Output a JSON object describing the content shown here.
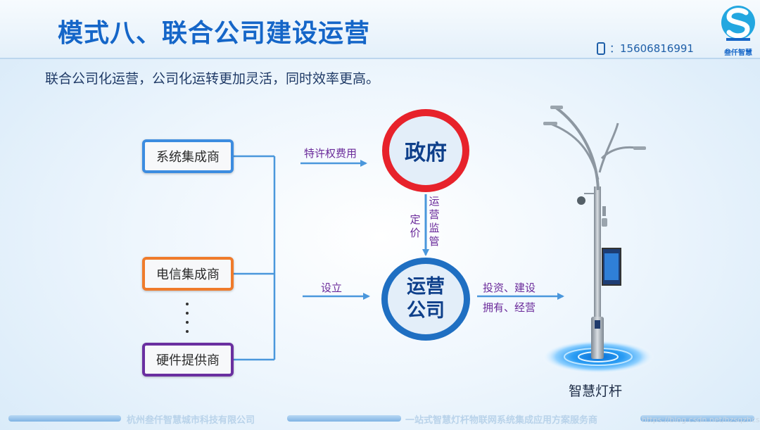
{
  "header": {
    "title": "模式八、联合公司建设运营",
    "phone_label": "：15606816991",
    "logo_text": "叁仟智慧"
  },
  "subtitle": "联合公司化运营，公司化运转更加灵活，同时效率更高。",
  "diagram": {
    "sources": [
      {
        "label": "系统集成商",
        "color": "#3c8ce0"
      },
      {
        "label": "电信集成商",
        "color": "#ef7b2b"
      },
      {
        "label": "硬件提供商",
        "color": "#6a2fa0"
      }
    ],
    "government": "政府",
    "operator_line1": "运营",
    "operator_line2": "公司",
    "arrow_fee": "特许权费用",
    "arrow_setup": "设立",
    "arrow_pricing": "定价",
    "arrow_ops": "运营监管",
    "arrow_invest": "投资、建设",
    "arrow_own": "拥有、经营",
    "lamp_caption": "智慧灯杆"
  },
  "footer": {
    "company": "杭州叁仟智慧城市科技有限公司",
    "slogan": "一站式智慧灯杆物联网系统集成应用方案服务商",
    "watermark": "https://blog.csdn.net/hzsqzhcs"
  }
}
